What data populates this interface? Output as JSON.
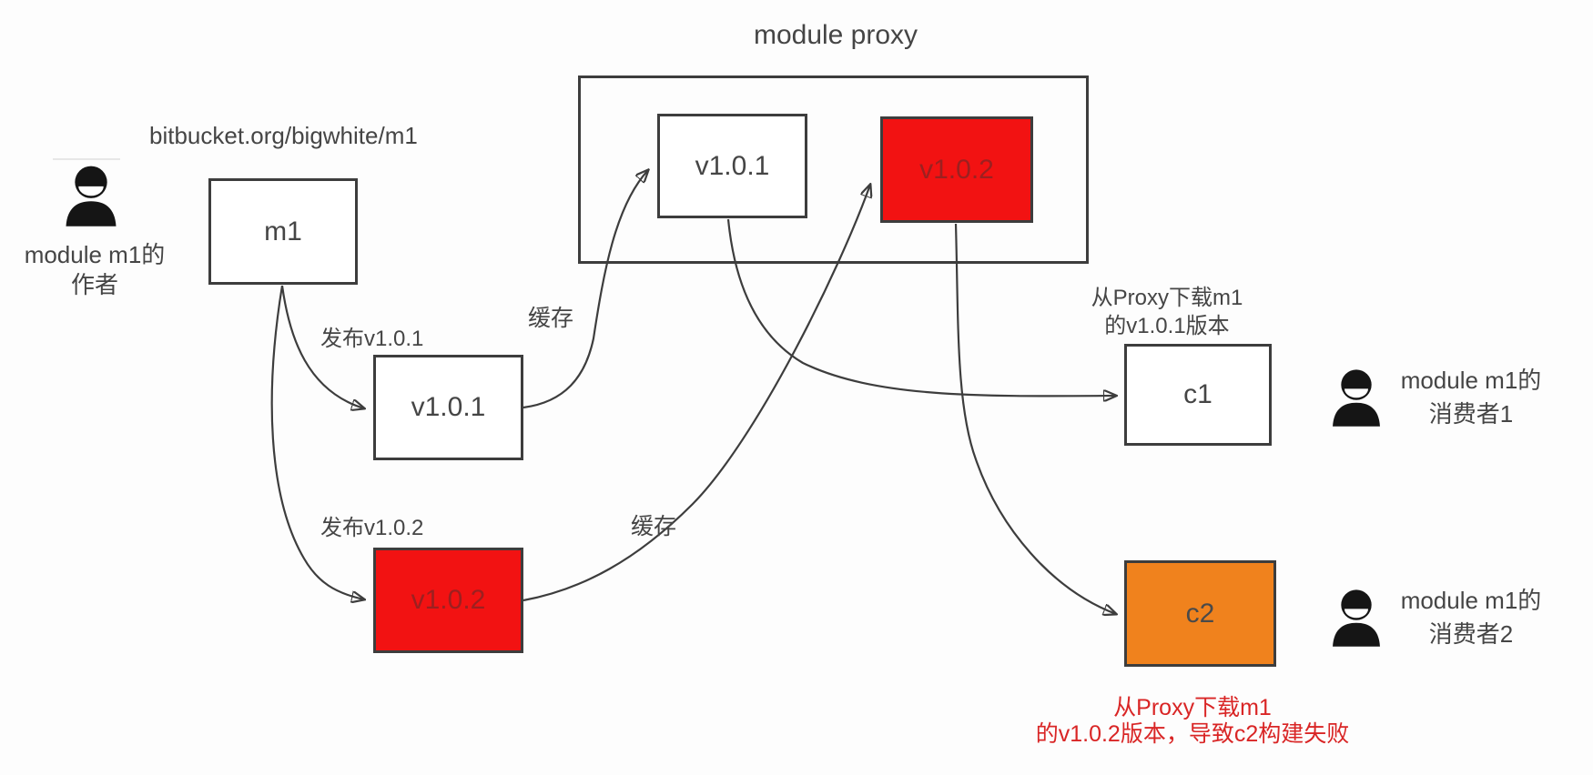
{
  "diagram": {
    "title": "module proxy",
    "repo_label": "bitbucket.org/bigwhite/m1",
    "author": {
      "line1": "module m1的",
      "line2": "作者",
      "icon": "person-icon"
    },
    "consumer1": {
      "line1": "module m1的",
      "line2": "消费者1",
      "icon": "person-icon"
    },
    "consumer2": {
      "line1": "module m1的",
      "line2": "消费者2",
      "icon": "person-icon"
    },
    "boxes": {
      "m1": "m1",
      "local_v101": "v1.0.1",
      "local_v102": "v1.0.2",
      "proxy_v101": "v1.0.1",
      "proxy_v102": "v1.0.2",
      "c1": "c1",
      "c2": "c2"
    },
    "edge_labels": {
      "publish_v101": "发布v1.0.1",
      "publish_v102": "发布v1.0.2",
      "cache1": "缓存",
      "cache2": "缓存"
    },
    "c1_note": {
      "line1": "从Proxy下载m1",
      "line2": "的v1.0.1版本"
    },
    "c2_note": {
      "line1": "从Proxy下载m1",
      "line2": "的v1.0.2版本，导致c2构建失败"
    },
    "colors": {
      "bg": "#fdfdfd",
      "line": "#3d3d3d",
      "text": "#454545",
      "red": "#f21212",
      "orange": "#f0821d",
      "note_red": "#d92525",
      "red_box_text": "#9c2020"
    }
  }
}
